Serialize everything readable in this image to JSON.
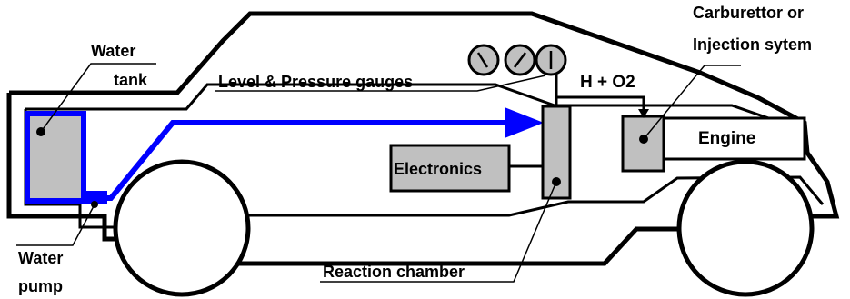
{
  "labels": {
    "water_tank_line1": "Water",
    "water_tank_line2": "tank",
    "gauges": "Level & Pressure gauges",
    "h_o2": "H + O2",
    "carb_line1": "Carburettor  or",
    "carb_line2": "Injection sytem",
    "engine": "Engine",
    "electronics": "Electronics",
    "water_pump_line1": "Water",
    "water_pump_line2": "pump",
    "reaction_chamber": "Reaction chamber"
  },
  "colors": {
    "water_line": "#0000ff",
    "component_fill": "#c0c0c0",
    "tank_fill": "#c0c0c0",
    "outline": "#000000",
    "background": "#ffffff"
  }
}
